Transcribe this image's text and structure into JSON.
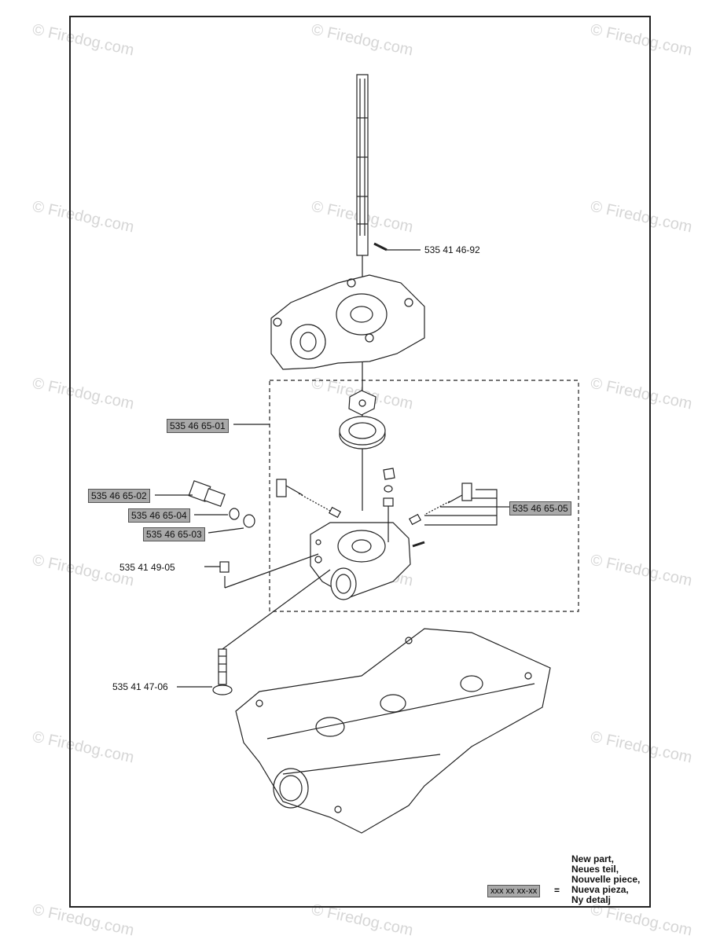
{
  "watermark": "© Firedog.com",
  "parts": [
    {
      "id": "p1",
      "number": "535 41 46-92",
      "new": false
    },
    {
      "id": "p2",
      "number": "535 46 65-01",
      "new": true
    },
    {
      "id": "p3",
      "number": "535 46 65-02",
      "new": true
    },
    {
      "id": "p4",
      "number": "535 46 65-04",
      "new": true
    },
    {
      "id": "p5",
      "number": "535 46 65-03",
      "new": true
    },
    {
      "id": "p6",
      "number": "535 41 49-05",
      "new": false
    },
    {
      "id": "p7",
      "number": "535 46 65-05",
      "new": true
    },
    {
      "id": "p8",
      "number": "535 41 47-06",
      "new": false
    }
  ],
  "legend": {
    "key": "xxx xx xx-xx",
    "equals": "=",
    "lines": [
      "New part,",
      "Neues teil,",
      "Nouvelle piece,",
      "Nueva pieza,",
      "Ny detalj"
    ]
  },
  "colors": {
    "new_part_fill": "#a9a9a9",
    "line": "#222222",
    "watermark": "#d6d6d6"
  }
}
